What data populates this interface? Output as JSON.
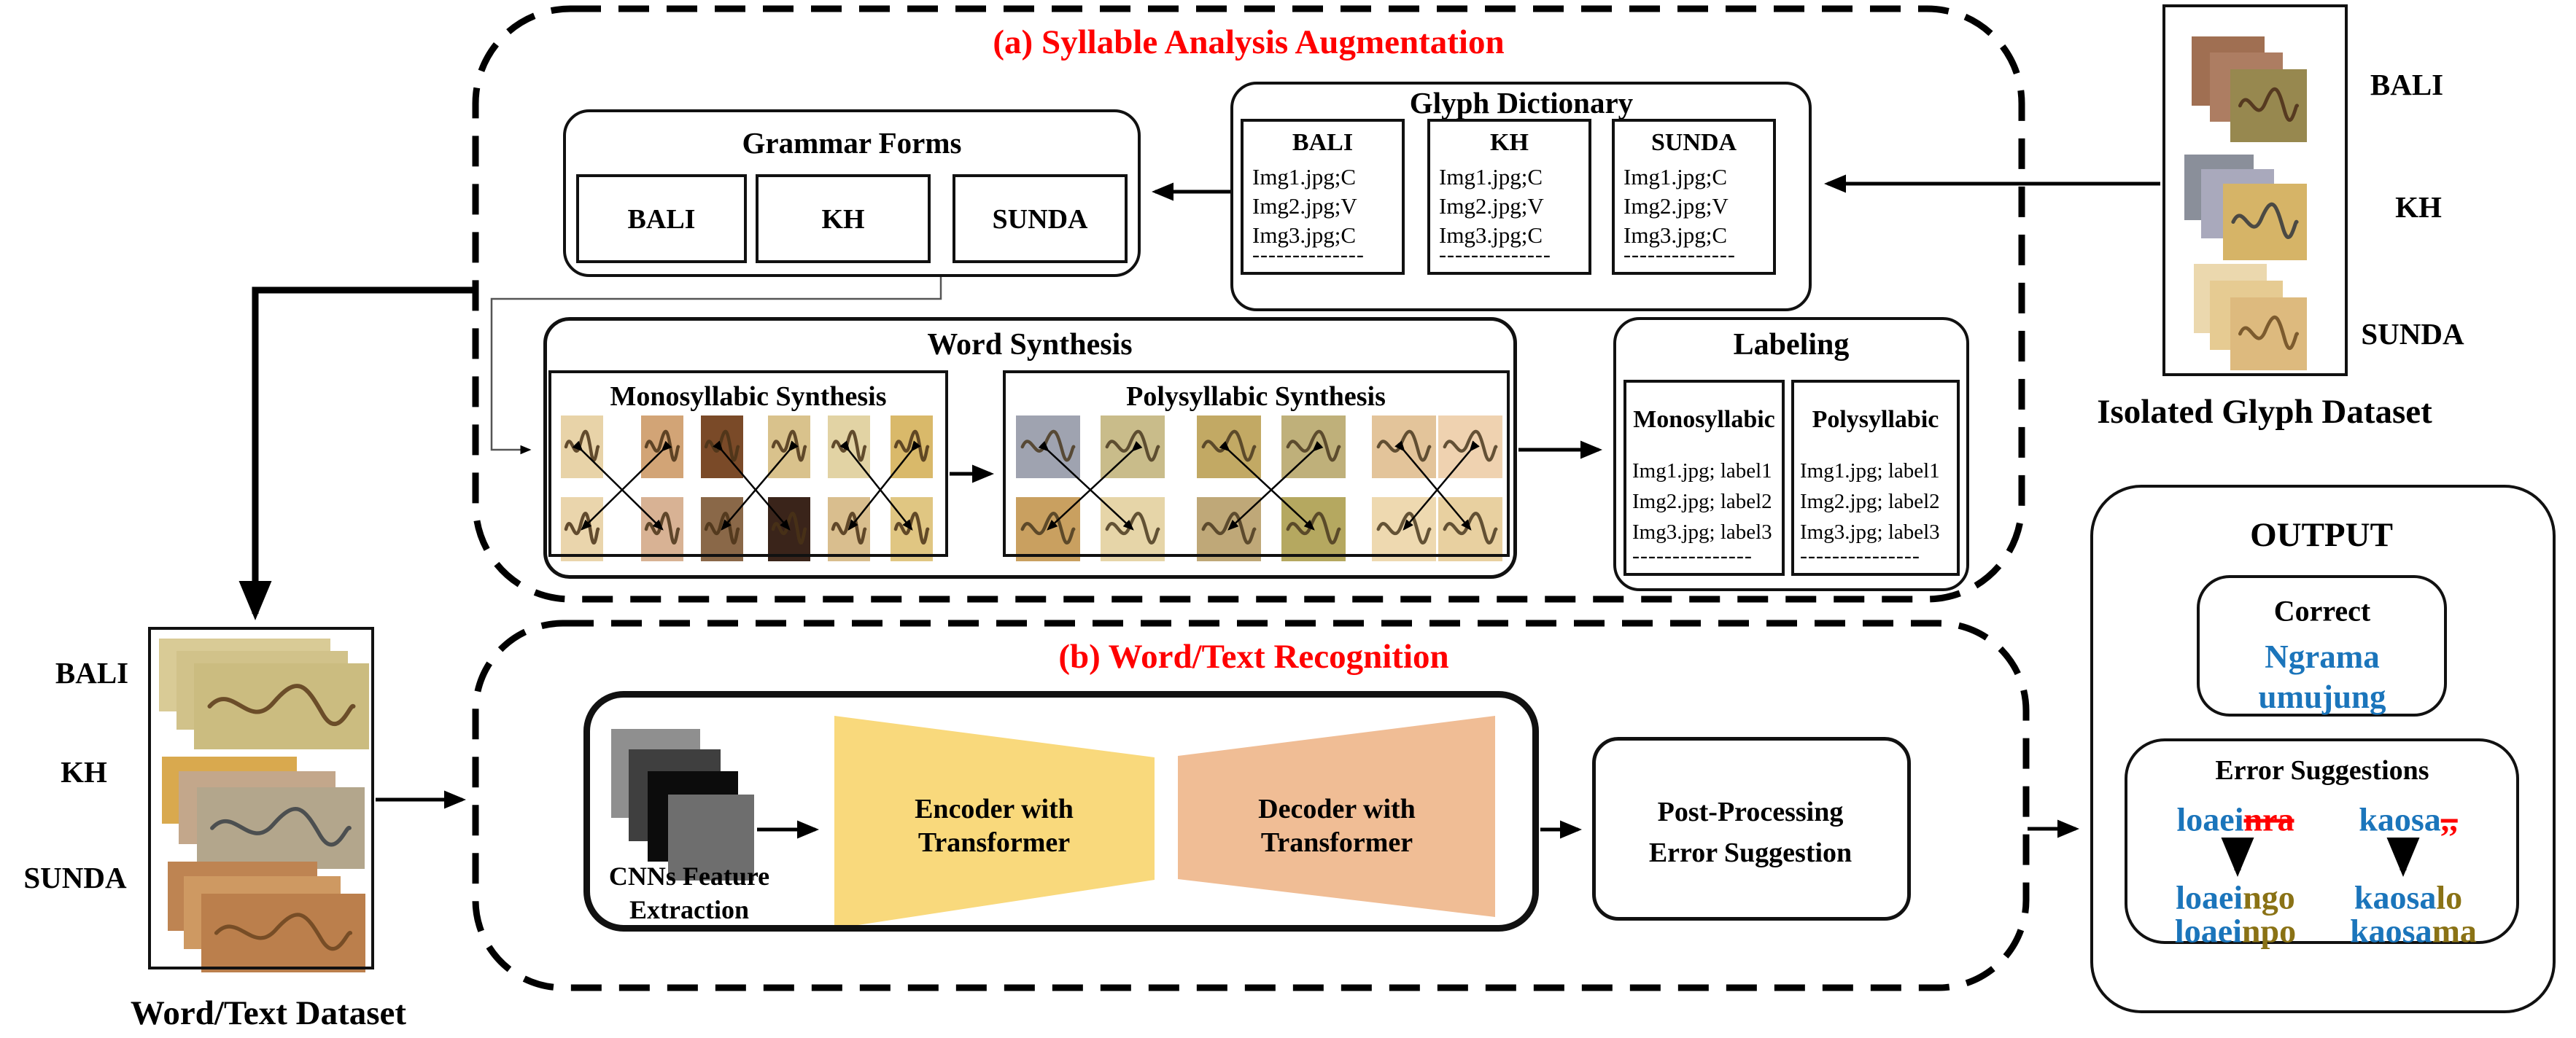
{
  "section_a": {
    "title": "(a) Syllable Analysis Augmentation"
  },
  "section_b": {
    "title": "(b) Word/Text Recognition"
  },
  "grammar_forms": {
    "title": "Grammar Forms",
    "cells": [
      "BALI",
      "KH",
      "SUNDA"
    ]
  },
  "glyph_dictionary": {
    "title": "Glyph Dictionary",
    "cells": [
      {
        "title": "BALI",
        "lines": [
          "Img1.jpg;C",
          "Img2.jpg;V",
          "Img3.jpg;C"
        ],
        "ellipsis": "--------------"
      },
      {
        "title": "KH",
        "lines": [
          "Img1.jpg;C",
          "Img2.jpg;V",
          "Img3.jpg;C"
        ],
        "ellipsis": "--------------"
      },
      {
        "title": "SUNDA",
        "lines": [
          "Img1.jpg;C",
          "Img2.jpg;V",
          "Img3.jpg;C"
        ],
        "ellipsis": "--------------"
      }
    ]
  },
  "word_synthesis": {
    "title": "Word Synthesis",
    "mono_title": "Monosyllabic Synthesis",
    "poly_title": "Polysyllabic Synthesis"
  },
  "labeling": {
    "title": "Labeling",
    "cells": [
      {
        "title": "Monosyllabic",
        "lines": [
          "Img1.jpg; label1",
          "Img2.jpg; label2",
          "Img3.jpg; label3"
        ],
        "ellipsis": "---------------"
      },
      {
        "title": "Polysyllabic",
        "lines": [
          "Img1.jpg; label1",
          "Img2.jpg; label2",
          "Img3.jpg; label3"
        ],
        "ellipsis": "---------------"
      }
    ]
  },
  "isolated_dataset": {
    "labels": [
      "BALI",
      "KH",
      "SUNDA"
    ],
    "caption": "Isolated Glyph Dataset"
  },
  "word_dataset": {
    "labels": [
      "BALI",
      "KH",
      "SUNDA"
    ],
    "caption": "Word/Text Dataset"
  },
  "recognition": {
    "cnn_line1": "CNNs Feature",
    "cnn_line2": "Extraction",
    "encoder_line1": "Encoder with",
    "encoder_line2": "Transformer",
    "decoder_line1": "Decoder with",
    "decoder_line2": "Transformer",
    "post_line1": "Post-Processing",
    "post_line2": "Error Suggestion"
  },
  "output": {
    "title": "OUTPUT",
    "correct_title": "Correct",
    "correct_words": [
      "Ngrama",
      "umujung"
    ],
    "error_title": "Error Suggestions",
    "errors": [
      {
        "kept": "loaei",
        "removed": "nra",
        "suggestions": [
          [
            "loaei",
            "ngo"
          ],
          [
            "loaei",
            "npo"
          ]
        ]
      },
      {
        "kept": "kaosa",
        "removed": ",,",
        "suggestions": [
          [
            "kaosa",
            "lo"
          ],
          [
            "kaosa",
            "ma"
          ]
        ]
      }
    ]
  },
  "colors": {
    "accent_red": "#FF0000",
    "blue": "#1B75BB",
    "olive": "#8A7215",
    "encoder_fill": "#F9D97C",
    "decoder_fill": "#F0BD95",
    "cnn_stack": [
      "#8F8F8F",
      "#3F3F3F",
      "#0C0C0C",
      "#6E6E6E"
    ],
    "mono_top": [
      "#E8D3A8",
      "#D2A476",
      "#7A4A28",
      "#D9C28C",
      "#E2D3A4",
      "#D9B96A"
    ],
    "mono_bottom": [
      "#EAD5AC",
      "#D8B294",
      "#8A6848",
      "#3A241A",
      "#D9BE8E",
      "#E0C682"
    ],
    "poly_top": [
      "#9FA3B0",
      "#C9BC8A",
      "#C2A964",
      "#BFB07A",
      "#E3C49A",
      "#EFD2B0"
    ],
    "poly_bottom": [
      "#C9A060",
      "#E6D5A8",
      "#BFA878",
      "#B5A860",
      "#EED9B0",
      "#E8D0A0"
    ],
    "word_bali": [
      "#D9CB96",
      "#D1C28A",
      "#CBBC80"
    ],
    "word_kh": [
      "#D9A94E",
      "#C3A78B",
      "#B3A68C"
    ],
    "word_sunda": [
      "#BE8452",
      "#CE9962",
      "#BB7F4C"
    ],
    "iso_bali": [
      "#A06F52",
      "#AD7D62",
      "#97884F"
    ],
    "iso_kh": [
      "#8A8F9A",
      "#A9A9BC",
      "#D6B467"
    ],
    "iso_sunda": [
      "#EBD8AE",
      "#E6CB92",
      "#DDBA7E"
    ]
  }
}
